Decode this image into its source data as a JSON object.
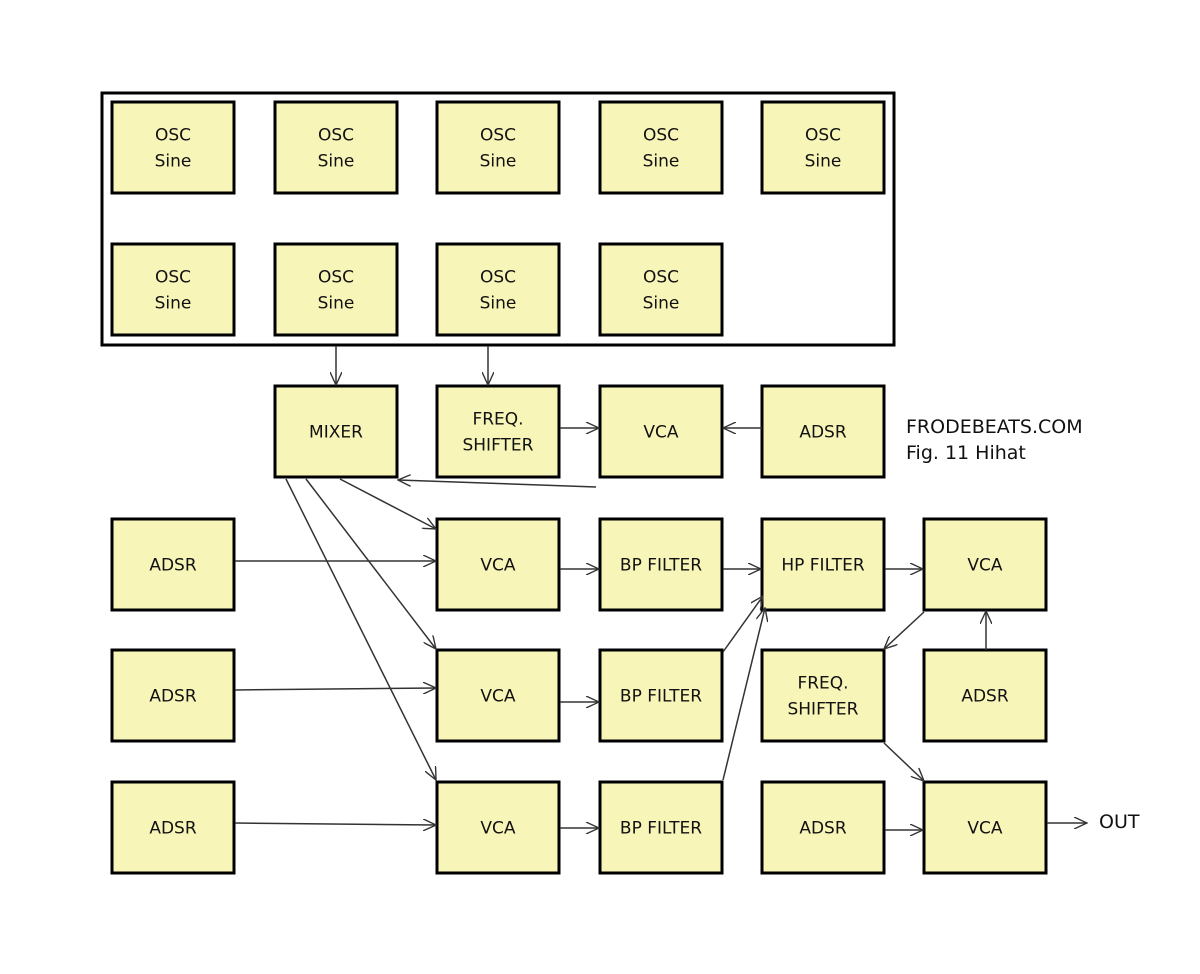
{
  "colors": {
    "box_fill": "#f8f5b8",
    "stroke": "#000000",
    "line": "#333333"
  },
  "osc_bank": [
    {
      "lines": [
        "OSC",
        "Sine"
      ]
    },
    {
      "lines": [
        "OSC",
        "Sine"
      ]
    },
    {
      "lines": [
        "OSC",
        "Sine"
      ]
    },
    {
      "lines": [
        "OSC",
        "Sine"
      ]
    },
    {
      "lines": [
        "OSC",
        "Sine"
      ]
    },
    {
      "lines": [
        "OSC",
        "Sine"
      ]
    },
    {
      "lines": [
        "OSC",
        "Sine"
      ]
    },
    {
      "lines": [
        "OSC",
        "Sine"
      ]
    },
    {
      "lines": [
        "OSC",
        "Sine"
      ]
    }
  ],
  "modules": {
    "mixer": {
      "lines": [
        "MIXER"
      ]
    },
    "freq_shifter_1": {
      "lines": [
        "FREQ.",
        "SHIFTER"
      ]
    },
    "vca_top": {
      "lines": [
        "VCA"
      ]
    },
    "adsr_top": {
      "lines": [
        "ADSR"
      ]
    },
    "adsr_1": {
      "lines": [
        "ADSR"
      ]
    },
    "vca_1": {
      "lines": [
        "VCA"
      ]
    },
    "bp_filter_1": {
      "lines": [
        "BP FILTER"
      ]
    },
    "hp_filter": {
      "lines": [
        "HP FILTER"
      ]
    },
    "vca_hp": {
      "lines": [
        "VCA"
      ]
    },
    "adsr_2": {
      "lines": [
        "ADSR"
      ]
    },
    "vca_2": {
      "lines": [
        "VCA"
      ]
    },
    "bp_filter_2": {
      "lines": [
        "BP FILTER"
      ]
    },
    "freq_shifter_2": {
      "lines": [
        "FREQ.",
        "SHIFTER"
      ]
    },
    "adsr_hp": {
      "lines": [
        "ADSR"
      ]
    },
    "adsr_3": {
      "lines": [
        "ADSR"
      ]
    },
    "vca_3": {
      "lines": [
        "VCA"
      ]
    },
    "bp_filter_3": {
      "lines": [
        "BP FILTER"
      ]
    },
    "adsr_out": {
      "lines": [
        "ADSR"
      ]
    },
    "vca_out": {
      "lines": [
        "VCA"
      ]
    }
  },
  "caption": {
    "site": "FRODEBEATS.COM",
    "figure": "Fig. 11  Hihat"
  },
  "output_label": "OUT"
}
